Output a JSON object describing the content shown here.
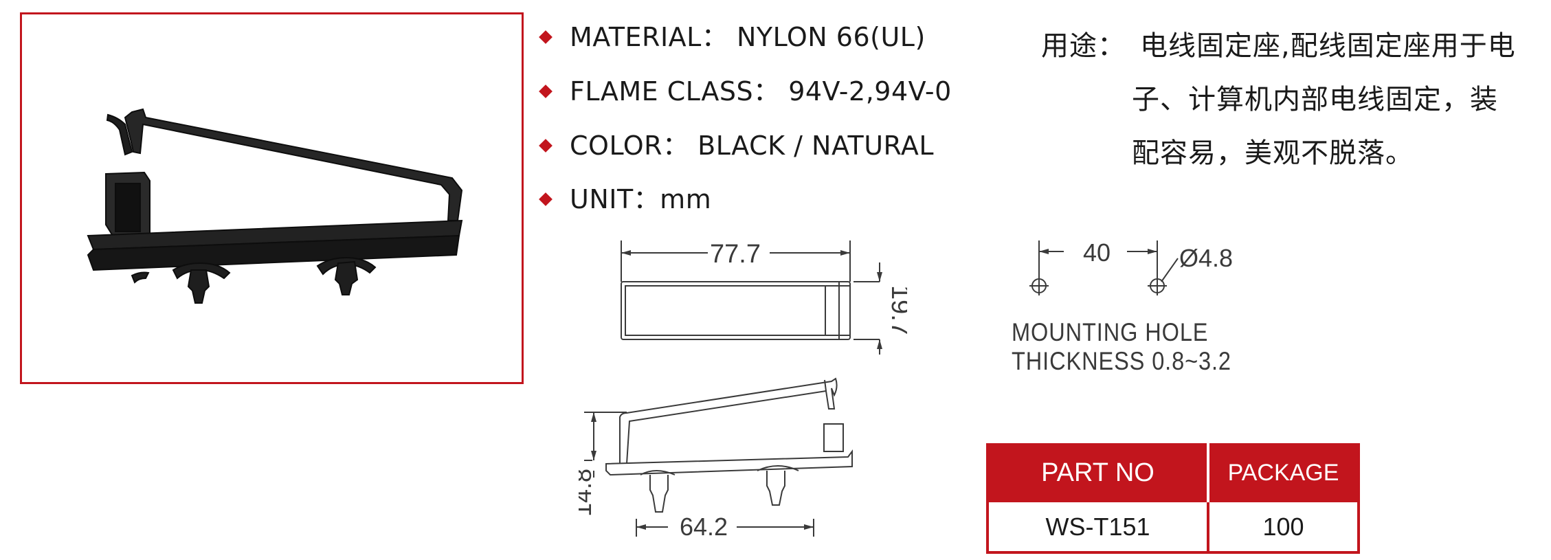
{
  "specs": [
    {
      "label": "MATERIAL：",
      "value": "NYLON 66(UL)"
    },
    {
      "label": "FLAME CLASS：",
      "value": "94V-2,94V-0"
    },
    {
      "label": "COLOR：",
      "value": "BLACK / NATURAL"
    },
    {
      "label": "UNIT：",
      "value": "mm"
    }
  ],
  "usage": {
    "label": "用途：",
    "lines": [
      "电线固定座,配线固定座用于电",
      "子、计算机内部电线固定，装",
      "配容易，美观不脱落。"
    ]
  },
  "dimensions": {
    "top_length": "77.7",
    "top_width": "19.7",
    "side_height": "14.8",
    "side_pitch": "64.2",
    "hole_spacing": "40",
    "hole_diameter": "Ø4.8"
  },
  "mounting": {
    "line1": "MOUNTING  HOLE",
    "line2": "THICKNESS  0.8~3.2"
  },
  "table": {
    "headers": [
      "PART NO",
      "PACKAGE"
    ],
    "rows": [
      [
        "WS-T151",
        "100"
      ]
    ]
  },
  "colors": {
    "accent": "#c2151d",
    "product": "#1c1c1c"
  }
}
